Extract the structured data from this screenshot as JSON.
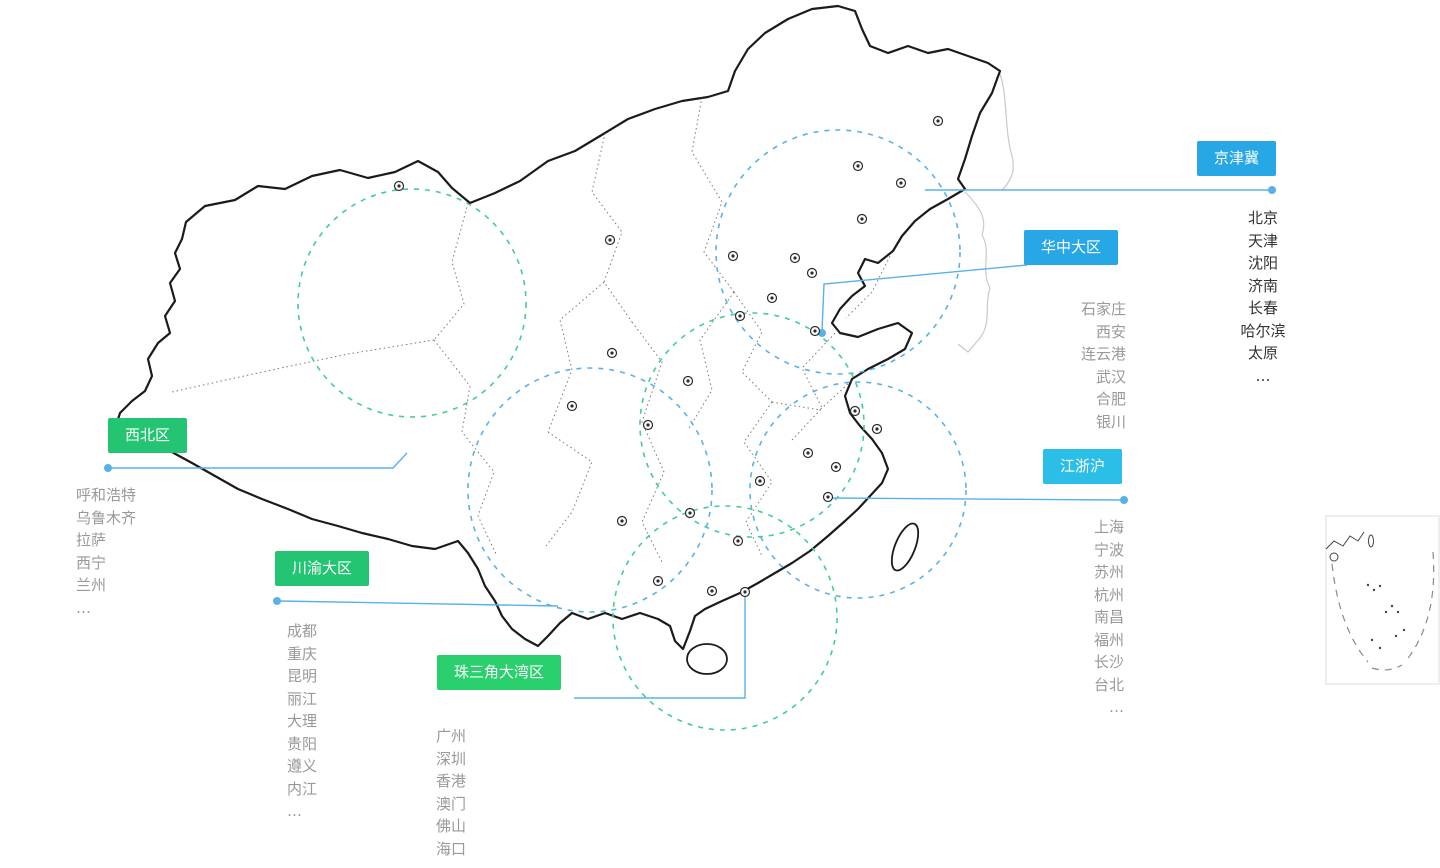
{
  "colors": {
    "blue_badge": "#28a7e6",
    "cyan_badge": "#2bbfe8",
    "green_badge": "#23c472",
    "bright_green_badge": "#2bd06e",
    "blue_dash": "#58b2e8",
    "green_dash": "#41cf8a",
    "connector": "#58b2e8",
    "dark_city_text": "#333333",
    "gray_city_text": "#999999"
  },
  "regions": {
    "jingjinji": {
      "label": "京津冀",
      "color": "#28a7e6",
      "cities": [
        "北京",
        "天津",
        "沈阳",
        "济南",
        "长春",
        "哈尔滨",
        "太原",
        "…"
      ]
    },
    "huazhong": {
      "label": "华中大区",
      "color": "#28a7e6",
      "cities": [
        "石家庄",
        "西安",
        "连云港",
        "武汉",
        "合肥",
        "银川"
      ]
    },
    "xibei": {
      "label": "西北区",
      "color": "#23c472",
      "cities": [
        "呼和浩特",
        "乌鲁木齐",
        "拉萨",
        "西宁",
        "兰州",
        "…"
      ]
    },
    "jiangzhehu": {
      "label": "江浙沪",
      "color": "#2bbfe8",
      "cities": [
        "上海",
        "宁波",
        "苏州",
        "杭州",
        "南昌",
        "福州",
        "长沙",
        "台北",
        "…"
      ]
    },
    "chuanyu": {
      "label": "川渝大区",
      "color": "#23c472",
      "cities": [
        "成都",
        "重庆",
        "昆明",
        "丽江",
        "大理",
        "贵阳",
        "遵义",
        "内江",
        "…"
      ]
    },
    "zhusanjiao": {
      "label": "珠三角大湾区",
      "color": "#2bd06e",
      "cities": [
        "广州",
        "深圳",
        "香港",
        "澳门",
        "佛山",
        "海口",
        "…"
      ]
    }
  }
}
